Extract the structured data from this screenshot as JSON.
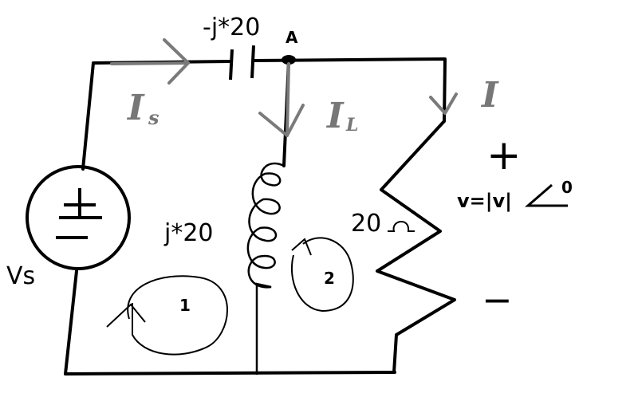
{
  "labels": {
    "capacitor": "-j*20",
    "node_a": "A",
    "is_main": "I",
    "is_sub": "s",
    "il_main": "I",
    "il_sub": "L",
    "i_right": "I",
    "plus": "+",
    "voltage": "v=|v|",
    "angle_deg": "0",
    "inductor": "j*20",
    "resistor": "20",
    "source": "Vs",
    "loop1": "1",
    "loop2": "2",
    "minus": "−"
  },
  "colors": {
    "wire": "#000000",
    "current_arrow": "#7a7a7a",
    "current_label": "#777777"
  }
}
